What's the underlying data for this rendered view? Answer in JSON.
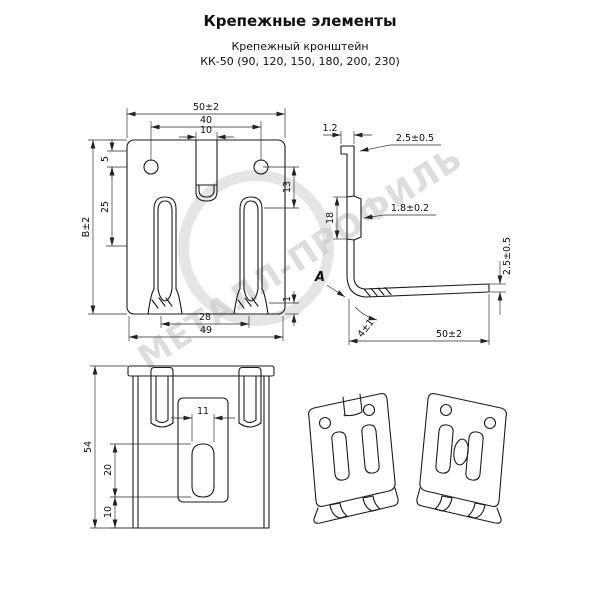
{
  "header": {
    "title": "Крепежные элементы",
    "subtitle1": "Крепежный кронштейн",
    "subtitle2": "КК-50 (90, 120, 150, 180, 200, 230)"
  },
  "watermark": "МЕТАЛЛ-ПРОФИЛЬ",
  "front": {
    "w50": "50±2",
    "w40": "40",
    "w10": "10",
    "h5": "5",
    "h13": "13",
    "h25": "25",
    "hB": "В±2",
    "w28": "28",
    "w49": "49",
    "e1": "1"
  },
  "side": {
    "t12": "1.2",
    "r25top": "2.5±0.5",
    "t18tol": "1.8±0.2",
    "h18": "18",
    "viewA": "А",
    "r25right": "2.5±0.5",
    "a4": "4±1",
    "l50": "50±2"
  },
  "back": {
    "h54": "54",
    "w11": "11",
    "h20": "20",
    "h10": "10"
  }
}
